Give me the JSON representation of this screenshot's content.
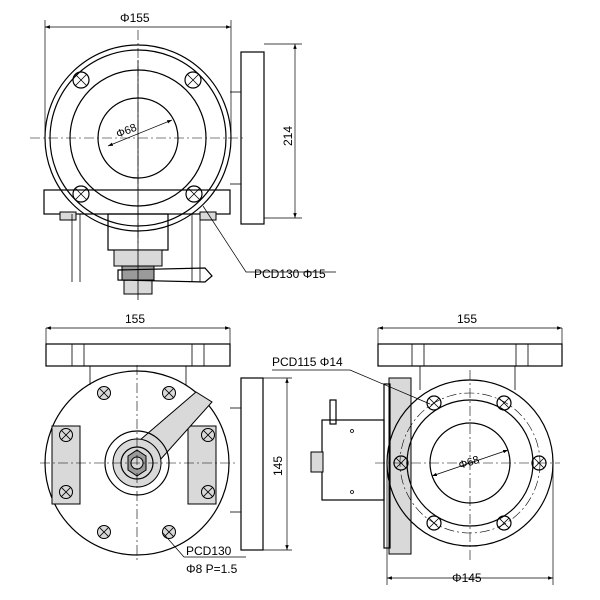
{
  "top_view": {
    "flange_diameter": "Φ155",
    "height": "214",
    "bore": "Φ68",
    "bolt_circle": "PCD130 Φ15"
  },
  "front_view": {
    "width": "155",
    "height": "145",
    "bolt_circle": "PCD130",
    "bolt_spec": "Φ8 P=1.5"
  },
  "side_view": {
    "width": "155",
    "bolt_circle": "PCD115 Φ14",
    "bore": "Φ68",
    "flange_diameter": "Φ145"
  }
}
